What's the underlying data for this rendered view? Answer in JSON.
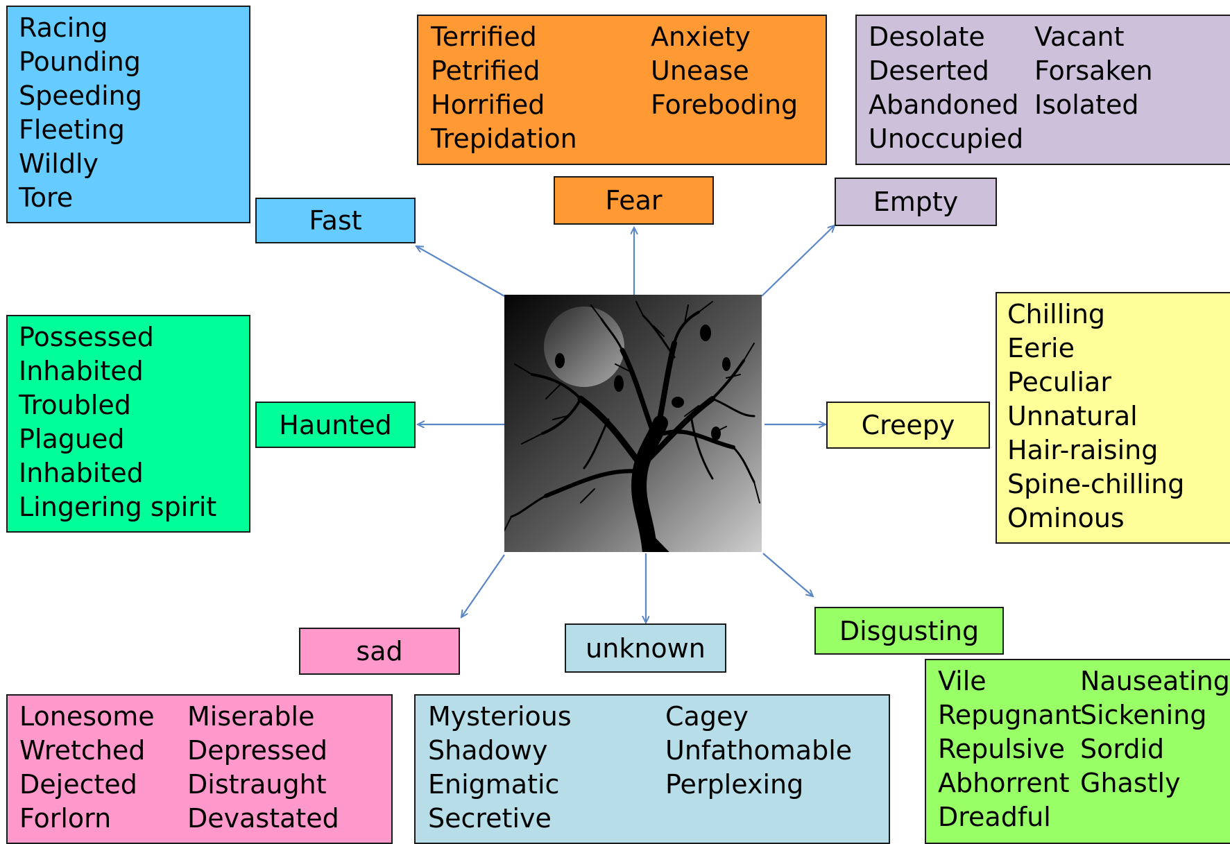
{
  "center": {
    "image": "bare-tree-moon-crows-image"
  },
  "categories": {
    "fast": {
      "label": "Fast",
      "color": "#66ccff",
      "words": [
        "Racing",
        "Pounding",
        "Speeding",
        "Fleeting",
        "Wildly",
        "Tore"
      ]
    },
    "fear": {
      "label": "Fear",
      "color": "#ff9933",
      "words_left": [
        "Terrified",
        "Petrified",
        "Horrified",
        "Trepidation"
      ],
      "words_right": [
        "Anxiety",
        "Unease",
        "Foreboding"
      ]
    },
    "empty": {
      "label": "Empty",
      "color": "#ccc0da",
      "words_left": [
        "Desolate",
        "Deserted",
        "Abandoned",
        "Unoccupied"
      ],
      "words_right": [
        "Vacant",
        "Forsaken",
        "Isolated"
      ]
    },
    "haunted": {
      "label": "Haunted",
      "color": "#00ff99",
      "words": [
        "Possessed",
        "Inhabited",
        "Troubled",
        "Plagued",
        "Inhabited",
        "Lingering spirit"
      ]
    },
    "creepy": {
      "label": "Creepy",
      "color": "#ffff99",
      "words": [
        "Chilling",
        "Eerie",
        "Peculiar",
        "Unnatural",
        "Hair-raising",
        "Spine-chilling",
        "Ominous"
      ]
    },
    "sad": {
      "label": "sad",
      "color": "#ff99cc",
      "words_left": [
        "Lonesome",
        "Wretched",
        "Dejected",
        "Forlorn"
      ],
      "words_right": [
        "Miserable",
        "Depressed",
        "Distraught",
        "Devastated"
      ]
    },
    "unknown": {
      "label": "unknown",
      "color": "#b7dde8",
      "words_left": [
        "Mysterious",
        "Shadowy",
        "Enigmatic",
        "Secretive"
      ],
      "words_right": [
        "Cagey",
        "Unfathomable",
        "Perplexing"
      ]
    },
    "disgusting": {
      "label": "Disgusting",
      "color": "#99ff66",
      "words_left": [
        "Vile",
        "Repugnant",
        "Repulsive",
        "Abhorrent",
        "Dreadful"
      ],
      "words_right": [
        "Nauseating",
        "Sickening",
        "Sordid",
        "Ghastly"
      ]
    }
  },
  "colors": {
    "arrow": "#5b86c5",
    "border": "#1a1a1a"
  }
}
